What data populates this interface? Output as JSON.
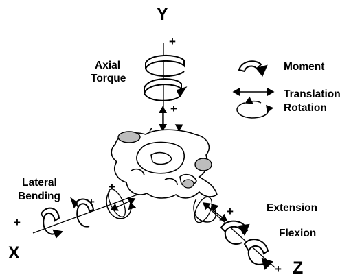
{
  "axes": {
    "y": "Y",
    "x": "X",
    "z": "Z"
  },
  "labels": {
    "axial_torque": [
      "Axial",
      "Torque"
    ],
    "lateral_bending": [
      "Lateral",
      "Bending"
    ],
    "extension": "Extension",
    "flexion": "Flexion"
  },
  "legend": {
    "moment": "Moment",
    "translation": "Translation",
    "rotation": "Rotation"
  },
  "sign": "+",
  "colors": {
    "ink": "#000000",
    "background": "#ffffff",
    "shade": "#bdbdbd"
  }
}
